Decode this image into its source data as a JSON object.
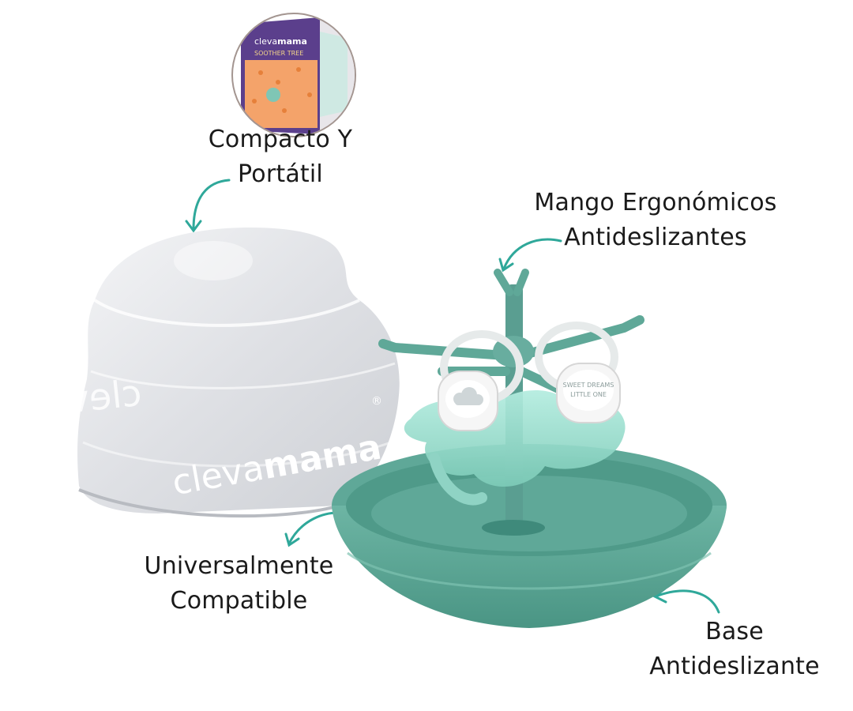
{
  "labels": {
    "compact": {
      "line1": "Compacto Y",
      "line2": "Portátil"
    },
    "mango": {
      "line1": "Mango Ergonómicos",
      "line2": "Antideslizantes"
    },
    "universal": {
      "line1": "Universalmente",
      "line2": "Compatible"
    },
    "base": {
      "line1": "Base",
      "line2": "Antideslizante"
    }
  },
  "lid_brand": {
    "text_light": "cleva",
    "text_bold": "mama",
    "registered": "®"
  },
  "package": {
    "brand_light": "cleva",
    "brand_bold": "mama",
    "product_name": "SOOTHER TREE"
  },
  "pacifier_left_icon": "cloud-icon",
  "pacifier_right": {
    "line1": "SWEET DREAMS",
    "line2": "LITTLE ONE"
  },
  "colors": {
    "teal": "#5fa898",
    "teal_dark": "#3f8a7b",
    "teal_light": "#8fd3c4",
    "arrow": "#2fa89a",
    "box_purple": "#5b3f8c",
    "box_orange": "#f4a36a",
    "circle_border": "#a39590"
  }
}
